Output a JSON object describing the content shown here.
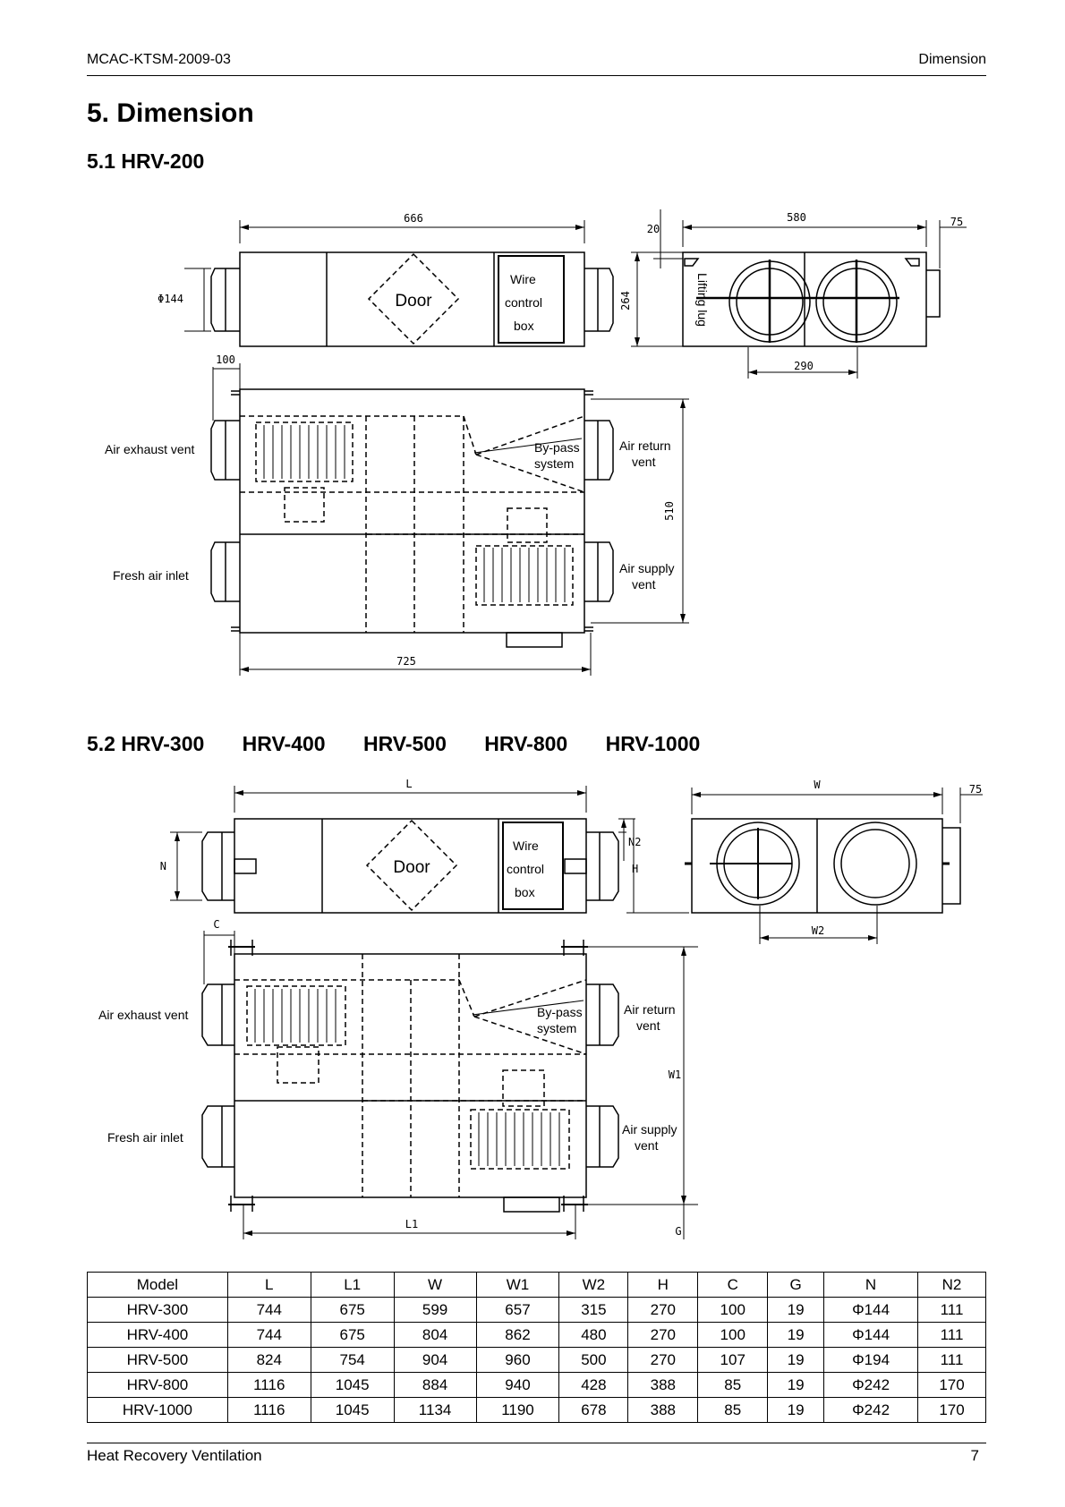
{
  "header": {
    "doc_id": "MCAC-KTSM-2009-03",
    "section": "Dimension"
  },
  "title": "5.  Dimension",
  "section1": {
    "heading": "5.1 HRV-200",
    "drawing": {
      "top_length": "666",
      "inlet_dia": "Φ144",
      "door": "Door",
      "wire": "Wire",
      "control": "control",
      "box": "box",
      "width": "580",
      "offset_75": "75",
      "offset_20": "20",
      "height": "264",
      "lifting_lug": "Lifting lug",
      "spacing": "290",
      "offset_100": "100",
      "depth": "510",
      "overall": "725",
      "air_exhaust": "Air exhaust vent",
      "fresh_air": "Fresh air inlet",
      "bypass_1": "By-pass",
      "bypass_2": "system",
      "return_1": "Air return",
      "return_2": "vent",
      "supply_1": "Air supply",
      "supply_2": "vent"
    }
  },
  "section2": {
    "heading_parts": [
      "5.2 HRV-300",
      "HRV-400",
      "HRV-500",
      "HRV-800",
      "HRV-1000"
    ],
    "drawing": {
      "L": "L",
      "N": "N",
      "N2": "N2",
      "H": "H",
      "door": "Door",
      "wire": "Wire",
      "control": "control",
      "box": "box",
      "W": "W",
      "offset_75": "75",
      "W2": "W2",
      "C": "C",
      "W1": "W1",
      "L1": "L1",
      "G": "G",
      "air_exhaust": "Air exhaust vent",
      "fresh_air": "Fresh air inlet",
      "bypass_1": "By-pass",
      "bypass_2": "system",
      "return_1": "Air return",
      "return_2": "vent",
      "supply_1": "Air supply",
      "supply_2": "vent"
    }
  },
  "table": {
    "headers": [
      "Model",
      "L",
      "L1",
      "W",
      "W1",
      "W2",
      "H",
      "C",
      "G",
      "N",
      "N2"
    ],
    "rows": [
      [
        "HRV-300",
        "744",
        "675",
        "599",
        "657",
        "315",
        "270",
        "100",
        "19",
        "Φ144",
        "111"
      ],
      [
        "HRV-400",
        "744",
        "675",
        "804",
        "862",
        "480",
        "270",
        "100",
        "19",
        "Φ144",
        "111"
      ],
      [
        "HRV-500",
        "824",
        "754",
        "904",
        "960",
        "500",
        "270",
        "107",
        "19",
        "Φ194",
        "111"
      ],
      [
        "HRV-800",
        "1116",
        "1045",
        "884",
        "940",
        "428",
        "388",
        "85",
        "19",
        "Φ242",
        "170"
      ],
      [
        "HRV-1000",
        "1116",
        "1045",
        "1134",
        "1190",
        "678",
        "388",
        "85",
        "19",
        "Φ242",
        "170"
      ]
    ]
  },
  "footer": {
    "title": "Heat Recovery Ventilation",
    "page": "7"
  }
}
